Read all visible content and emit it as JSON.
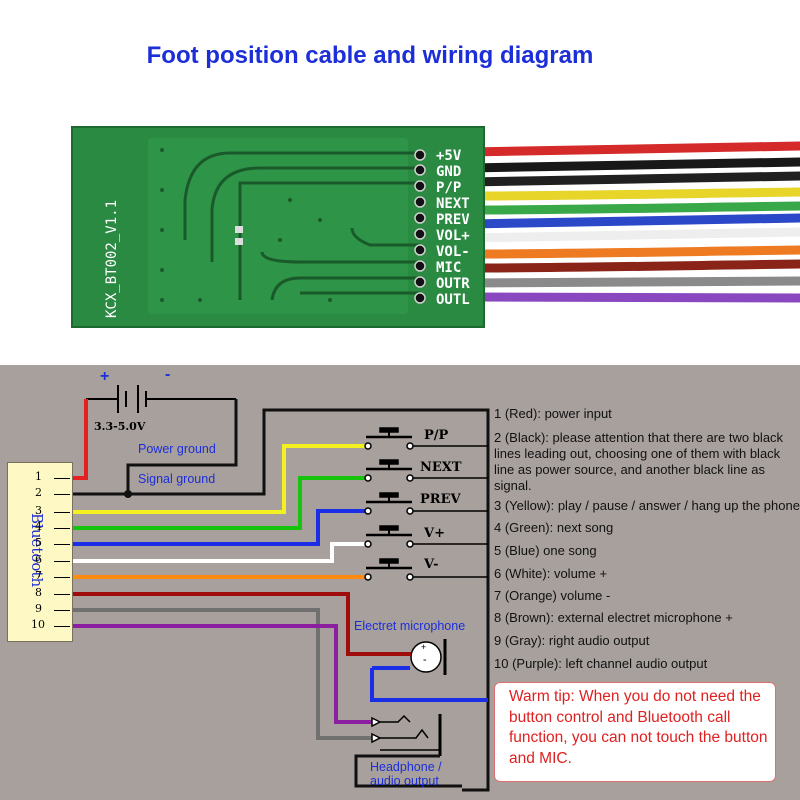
{
  "title": "Foot position cable and wiring diagram",
  "board": {
    "silkscreen": "KCX_BT002_V1.1",
    "pins": [
      "+5V",
      "GND",
      "P/P",
      "NEXT",
      "PREV",
      "VOL+",
      "VOL-",
      "MIC",
      "OUTR",
      "OUTL"
    ]
  },
  "bluetooth_label": "Bluetooth",
  "pin_numbers": [
    "1",
    "2",
    "3",
    "4",
    "5",
    "6",
    "7",
    "8",
    "9",
    "10"
  ],
  "power": {
    "voltage": "3.3-5.0V",
    "plus": "+",
    "minus": "-"
  },
  "labels": {
    "power_ground": "Power ground",
    "signal_ground": "Signal ground",
    "electret_mic": "Electret microphone",
    "headphone": "Headphone /",
    "audio_output": "audio output"
  },
  "buttons": [
    "P/P",
    "NEXT",
    "PREV",
    "V+",
    "V-"
  ],
  "mic_signs": {
    "plus": "+",
    "minus": "-"
  },
  "descriptions": [
    "1 (Red): power input",
    "2 (Black): please attention that there are two black lines leading out, choosing one of them with black line as power source, and another black line as signal.",
    "3 (Yellow): play / pause / answer / hang up the phone",
    "4 (Green): next song",
    "5 (Blue) one song",
    "6 (White): volume +",
    "7 (Orange) volume -",
    "8 (Brown): external electret microphone +",
    "9 (Gray): right audio output",
    "10 (Purple): left channel audio output"
  ],
  "warm_tip": "Warm tip: When you do not need the button control and Bluetooth call function, you can not touch the button and MIC.",
  "wire_colors": [
    "#e52020",
    "#111111",
    "#f2f020",
    "#16c40c",
    "#1a2ee8",
    "#ffffff",
    "#ff8a10",
    "#a00c0c",
    "#707070",
    "#8c1ea0"
  ],
  "colors": {
    "accent_blue": "#1c2ed8",
    "tip_red": "#e02020",
    "panel_bg": "#a8a09d",
    "pcb_green": "#2a8a42"
  }
}
